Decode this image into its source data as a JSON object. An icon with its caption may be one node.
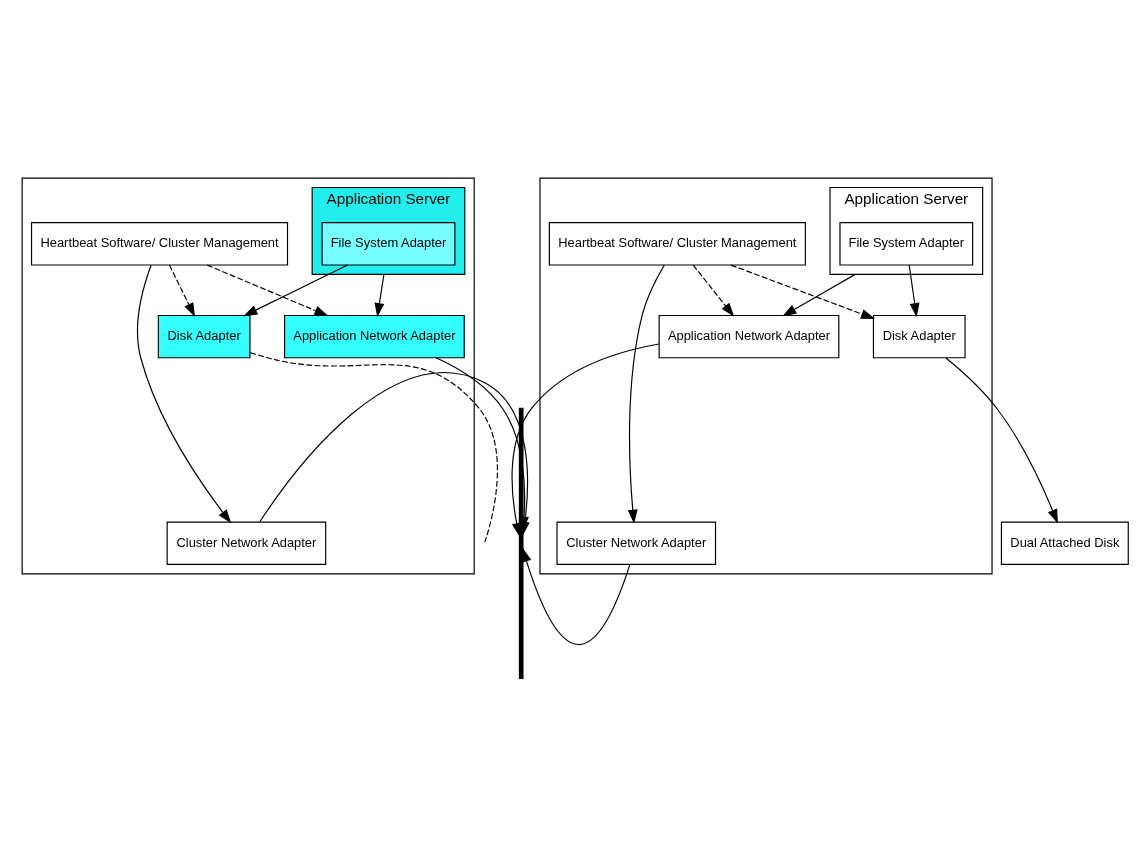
{
  "diagram": {
    "nodes": [
      {
        "text": [],
        "shape": "box"
      },
      {
        "text": [
          "Cluster Network Adapter"
        ],
        "in": 0
      },
      {
        "text": [
          "Application Network Adapter"
        ],
        "in": 0
      },
      {
        "text": [
          "Heartbeat Software/ Cluster Management"
        ],
        "in": 0
      },
      {
        "text": [
          "Application Server"
        ],
        "in": 0
      },
      {
        "text": [
          "File System Adapter"
        ],
        "in": 4
      },
      {
        "text": [
          "Disk Adapter"
        ],
        "in": 0
      },
      {
        "text": [],
        "shape": "bar"
      },
      {
        "text": [],
        "shape": "box"
      },
      {
        "text": [
          "Cluster Network Adapter"
        ],
        "in": 8
      },
      {
        "text": [
          "Application Network Adapter"
        ],
        "in": 8
      },
      {
        "text": [
          "Application Server"
        ],
        "in": 8
      },
      {
        "text": [
          "File System Adapter"
        ],
        "in": 11
      },
      {
        "text": [
          "Heartbeat Software/ Cluster Management"
        ],
        "in": 8
      },
      {
        "text": [
          "Disk Adapter"
        ],
        "in": 8
      },
      {
        "text": [
          "Dual Attached Disk"
        ]
      }
    ],
    "edges": [
      {
        "from": 3,
        "to": 1,
        "arrow": "to"
      },
      {
        "from": 3,
        "to": 2,
        "arrow": "to",
        "style": "dashed"
      },
      {
        "from": 3,
        "to": 6,
        "arrow": "to",
        "style": "dashed"
      },
      {
        "from": 4,
        "to": 2,
        "arrow": "to"
      },
      {
        "from": 5,
        "to": 6,
        "arrow": "to"
      },
      {
        "from": 6,
        "to": 15,
        "arrow": "to"
      },
      {
        "from": 1,
        "to": 7,
        "arrow": "to"
      },
      {
        "from": 2,
        "to": 7,
        "arrow": "to"
      },
      {
        "from": 9,
        "to": 7,
        "arrow": "to"
      },
      {
        "from": 10,
        "to": 7,
        "arrow": "to"
      },
      {
        "from": 13,
        "to": 9,
        "arrow": "to"
      },
      {
        "from": 13,
        "to": 10,
        "arrow": "to",
        "style": "dashed"
      },
      {
        "from": 13,
        "to": 14,
        "arrow": "to",
        "style": "dashed"
      },
      {
        "from": 11,
        "to": 10,
        "arrow": "to"
      },
      {
        "from": 12,
        "to": 14,
        "arrow": "to"
      },
      {
        "from": 14,
        "to": null,
        "arrow": "none",
        "style": "dashed"
      }
    ]
  }
}
